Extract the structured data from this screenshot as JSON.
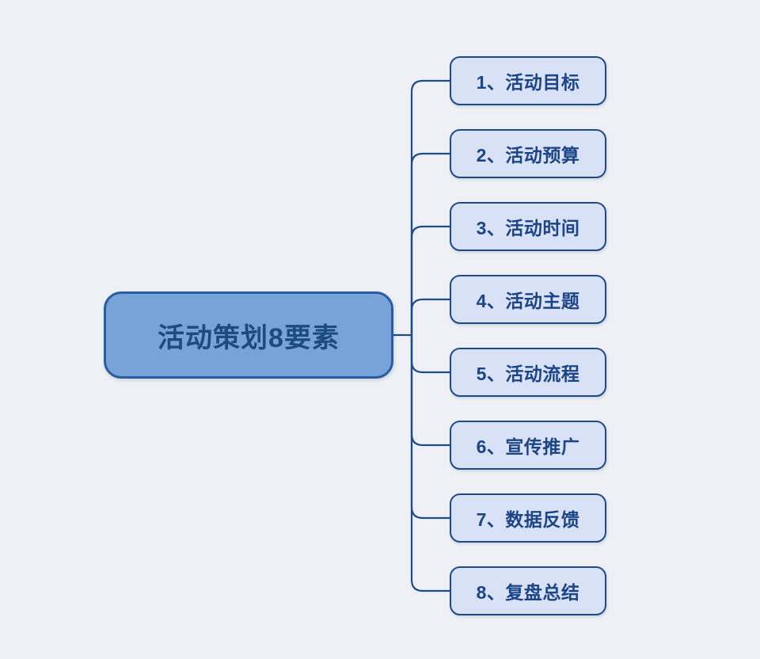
{
  "diagram": {
    "type": "mindmap",
    "root": {
      "label": "活动策划8要素"
    },
    "children": [
      {
        "label": "1、活动目标"
      },
      {
        "label": "2、活动预算"
      },
      {
        "label": "3、活动时间"
      },
      {
        "label": "4、活动主题"
      },
      {
        "label": "5、活动流程"
      },
      {
        "label": "6、宣传推广"
      },
      {
        "label": "7、数据反馈"
      },
      {
        "label": "8、复盘总结"
      }
    ],
    "colors": {
      "background": "#eef0f6",
      "root_fill": "#78a3d9",
      "root_border": "#2c5ca0",
      "root_text": "#1d4b7e",
      "child_fill": "#d9e1f6",
      "child_border": "#1f4b87",
      "child_text": "#1b4586",
      "edge": "#1f4b87"
    }
  }
}
